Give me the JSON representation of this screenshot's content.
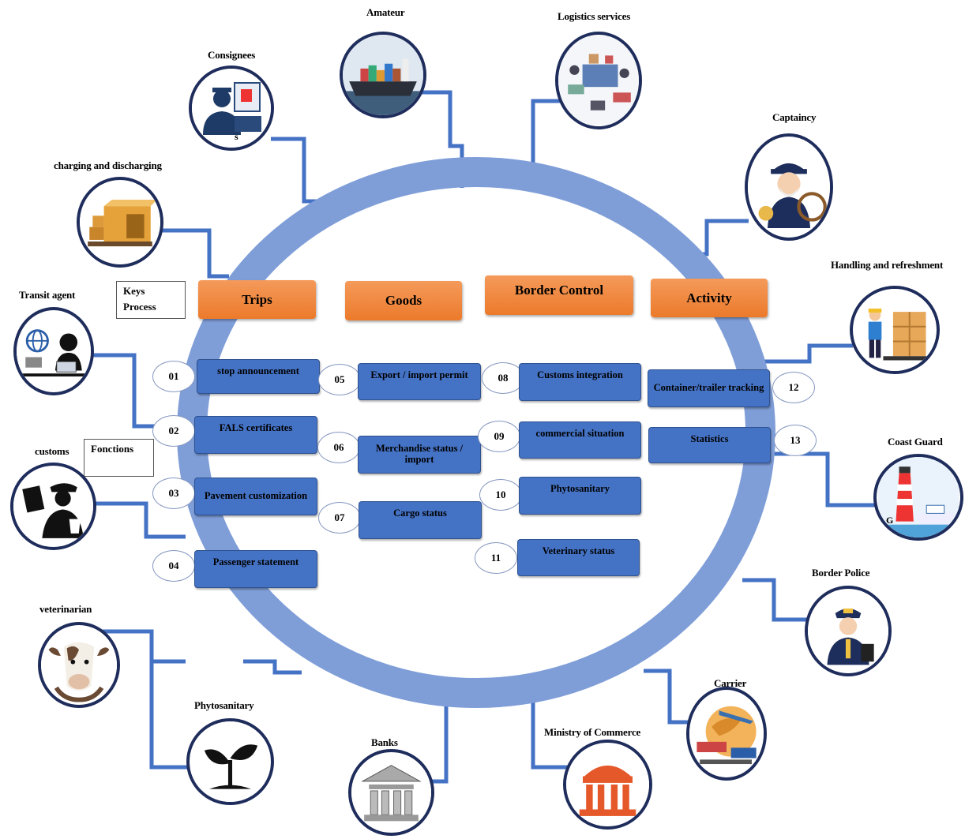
{
  "colors": {
    "ring": "#7f9ed8",
    "connector": "#4472c4",
    "circle_border": "#1f2d5c",
    "category": "#ed7d31",
    "function": "#4472c4"
  },
  "actors": {
    "amateur": "Amateur",
    "logistics_services": "Logistics services",
    "consignees": "Consignees",
    "captaincy": "Captaincy",
    "charging": "charging and discharging",
    "handling": "Handling and refreshment",
    "transit_agent": "Transit agent",
    "coast_guard": "Coast Guard",
    "customs": "customs",
    "border_police": "Border Police",
    "veterinarian": "veterinarian",
    "carrier": "Carrier",
    "phytosanitary": "Phytosanitary",
    "ministry": "Ministry of Commerce",
    "banks": "Banks"
  },
  "legend": {
    "keys_process_line1": "Keys",
    "keys_process_line2": "Process",
    "functions": "Fonctions"
  },
  "categories": {
    "trips": "Trips",
    "goods": "Goods",
    "border_control": "Border Control",
    "activity": "Activity"
  },
  "functions": {
    "f01": {
      "num": "01",
      "label": "stop announcement"
    },
    "f02": {
      "num": "02",
      "label": "FALS certificates"
    },
    "f03": {
      "num": "03",
      "label": "Pavement customization"
    },
    "f04": {
      "num": "04",
      "label": "Passenger statement"
    },
    "f05": {
      "num": "05",
      "label": "Export / import permit"
    },
    "f06": {
      "num": "06",
      "label": "Merchandise status / import"
    },
    "f07": {
      "num": "07",
      "label": "Cargo status"
    },
    "f08": {
      "num": "08",
      "label": "Customs integration"
    },
    "f09": {
      "num": "09",
      "label": "commercial situation"
    },
    "f10": {
      "num": "10",
      "label": "Phytosanitary"
    },
    "f11": {
      "num": "11",
      "label": "Veterinary status"
    },
    "f12": {
      "num": "12",
      "label": "Container/trailer tracking"
    },
    "f13": {
      "num": "13",
      "label": "Statistics"
    }
  },
  "icon_text": {
    "consignees_letter": "s",
    "coast_guard_letter": "G"
  },
  "icons": [
    "ship-icon",
    "logistics-icon",
    "officer-document-icon",
    "captain-icon",
    "boxes-icon",
    "pallet-worker-icon",
    "globe-agent-icon",
    "lighthouse-boat-icon",
    "customs-officer-icon",
    "police-officer-icon",
    "cow-icon",
    "transport-globe-icon",
    "sprout-icon",
    "commerce-building-icon",
    "bank-icon"
  ]
}
